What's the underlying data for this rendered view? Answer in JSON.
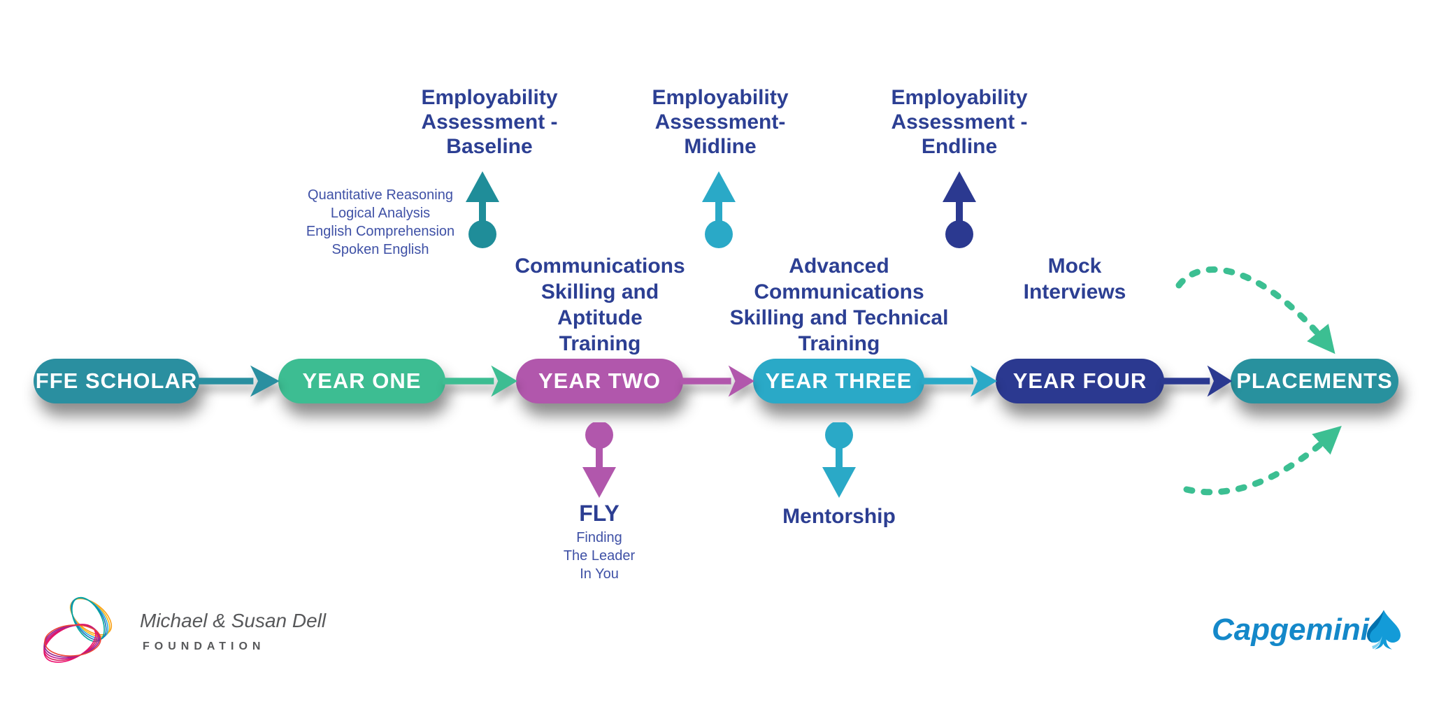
{
  "colors": {
    "teal_dark": "#1f8d99",
    "teal_pill": "#2a8fa0",
    "teal_placements": "#28919e",
    "green": "#3dbd92",
    "green_dashed": "#3cbf92",
    "purple": "#b157ac",
    "cyan": "#2aa9c7",
    "navy": "#2b3990",
    "text_navy": "#2c3f93",
    "text_blue_small": "#3f51a6",
    "logo_gray": "#57585a",
    "capgemini_blue": "#1488c9"
  },
  "assessments": [
    {
      "name": "baseline",
      "title_lines": [
        "Employability",
        "Assessment -",
        "Baseline"
      ],
      "arrow_color": "#1f8d99"
    },
    {
      "name": "midline",
      "title_lines": [
        "Employability",
        "Assessment-",
        "Midline"
      ],
      "arrow_color": "#2aa9c7"
    },
    {
      "name": "endline",
      "title_lines": [
        "Employability",
        "Assessment -",
        "Endline"
      ],
      "arrow_color": "#2b3990"
    }
  ],
  "baseline_skills": [
    "Quantitative Reasoning",
    "Logical Analysis",
    "English Comprehension",
    "Spoken English"
  ],
  "trainings": [
    {
      "name": "communications",
      "lines": [
        "Communications",
        "Skilling and",
        "Aptitude",
        "Training"
      ]
    },
    {
      "name": "advanced",
      "lines": [
        "Advanced",
        "Communications",
        "Skilling and Technical",
        "Training"
      ]
    },
    {
      "name": "mock-interviews",
      "lines": [
        "Mock",
        "Interviews"
      ]
    }
  ],
  "timeline": {
    "stages": [
      {
        "label": "FFE SCHOLAR",
        "color": "#2a8fa0"
      },
      {
        "label": "YEAR ONE",
        "color": "#3dbd92"
      },
      {
        "label": "YEAR TWO",
        "color": "#b157ac"
      },
      {
        "label": "YEAR THREE",
        "color": "#2aa9c7"
      },
      {
        "label": "YEAR FOUR",
        "color": "#2b3990"
      },
      {
        "label": "PLACEMENTS",
        "color": "#28919e"
      }
    ]
  },
  "below": {
    "fly": {
      "title": "FLY",
      "sub_lines": [
        "Finding",
        "The Leader",
        "In You"
      ],
      "arrow_color": "#b157ac"
    },
    "mentorship": {
      "label": "Mentorship",
      "arrow_color": "#2aa9c7"
    }
  },
  "footer": {
    "msdf": {
      "name": "Michael & Susan Dell",
      "subtitle": "FOUNDATION"
    },
    "capgemini": {
      "name": "Capgemini"
    }
  }
}
